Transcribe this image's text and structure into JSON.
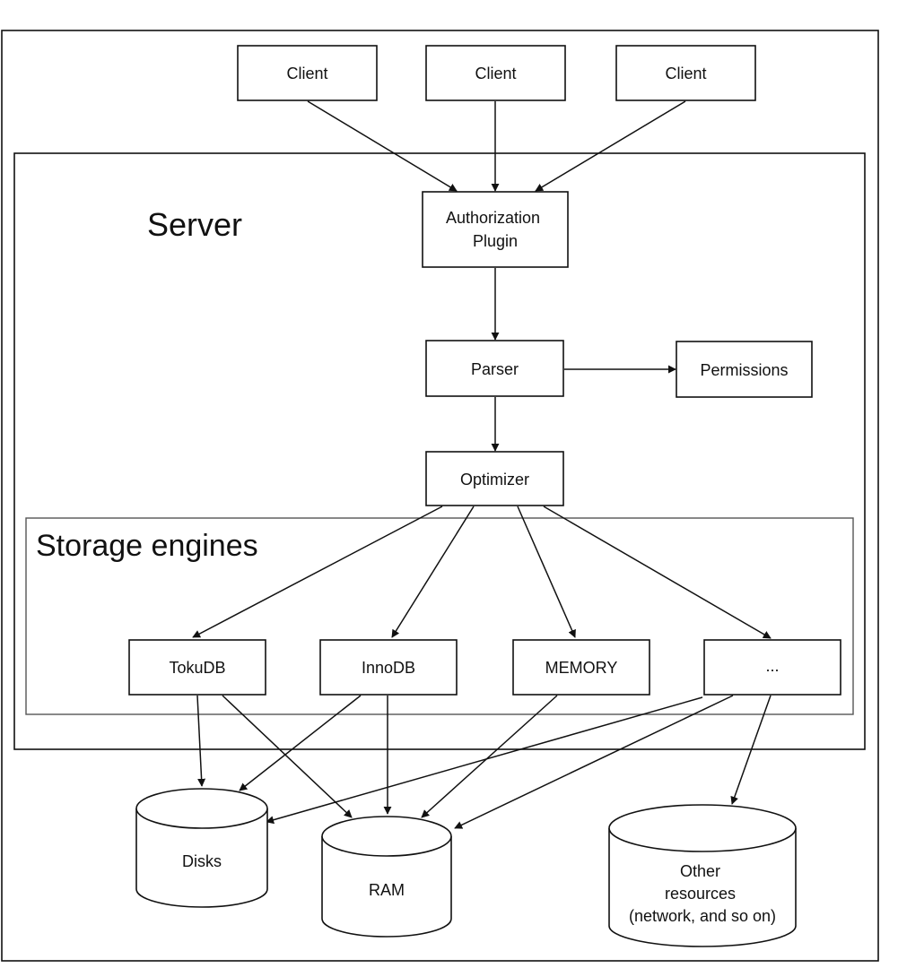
{
  "regions": {
    "server": "Server",
    "storage_engines": "Storage engines"
  },
  "nodes": {
    "client_1": "Client",
    "client_2": "Client",
    "client_3": "Client",
    "authorization_plugin": [
      "Authorization",
      "Plugin"
    ],
    "parser": "Parser",
    "permissions": "Permissions",
    "optimizer": "Optimizer",
    "tokudb": "TokuDB",
    "innodb": "InnoDB",
    "memory": "MEMORY",
    "other_engine": "..."
  },
  "resources": {
    "disks": "Disks",
    "ram": "RAM",
    "other_resources": [
      "Other",
      "resources",
      "(network, and so on)"
    ]
  },
  "edges": [
    [
      "client_1",
      "authorization_plugin"
    ],
    [
      "client_2",
      "authorization_plugin"
    ],
    [
      "client_3",
      "authorization_plugin"
    ],
    [
      "authorization_plugin",
      "parser"
    ],
    [
      "parser",
      "permissions"
    ],
    [
      "parser",
      "optimizer"
    ],
    [
      "optimizer",
      "tokudb"
    ],
    [
      "optimizer",
      "innodb"
    ],
    [
      "optimizer",
      "memory"
    ],
    [
      "optimizer",
      "other_engine"
    ],
    [
      "tokudb",
      "disks"
    ],
    [
      "tokudb",
      "ram"
    ],
    [
      "innodb",
      "disks"
    ],
    [
      "innodb",
      "ram"
    ],
    [
      "memory",
      "ram"
    ],
    [
      "other_engine",
      "disks"
    ],
    [
      "other_engine",
      "ram"
    ],
    [
      "other_engine",
      "other_resources"
    ]
  ]
}
